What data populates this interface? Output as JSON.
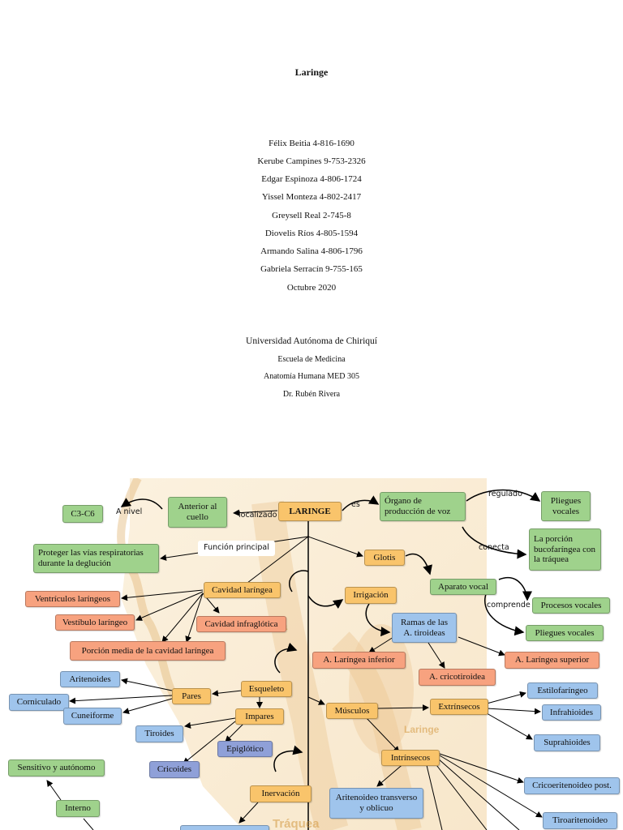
{
  "doc": {
    "title": "Laringe",
    "authors": [
      "Félix Beitia 4-816-1690",
      "Kerube Campines 9-753-2326",
      "Edgar Espinoza 4-806-1724",
      "Yissel Monteza 4-802-2417",
      "Greysell Real 2-745-8",
      "Diovelis Ríos 4-805-1594",
      "Armando Salina 4-806-1796",
      "Gabriela Serracín 9-755-165"
    ],
    "date": "Octubre 2020",
    "university": "Universidad Autónoma de Chiriquí",
    "school": "Escuela de Medicina",
    "course": "Anatomía Humana MED 305",
    "professor": "Dr. Rubén Rivera"
  },
  "map": {
    "nodes": {
      "laringe": "LARINGE",
      "c3c6": "C3-C6",
      "anterior": "Anterior al cuello",
      "organo": "Órgano de producción de voz",
      "pliegues1": "Pliegues vocales",
      "porcion_bucofaringea": "La porción bucofaríngea con la tráquea",
      "funcion": "Función principal",
      "proteger": "Proteger las vías respiratorias durante la deglución",
      "glotis": "Glotis",
      "aparato": "Aparato vocal",
      "procesos": "Procesos vocales",
      "pliegues2": "Pliegues vocales",
      "cavidad": "Cavidad laríngea",
      "ventriculos": "Ventrículos laríngeos",
      "vestibulo": "Vestíbulo laríngeo",
      "infraglotica": "Cavidad infraglótica",
      "porcion_media": "Porción media de la cavidad laríngea",
      "irrigacion": "Irrigación",
      "ramas": "Ramas de las A. tiroideas",
      "lar_inf": "A. Laríngea inferior",
      "cricotiroidea": "A. cricotiroidea",
      "lar_sup": "A. Laríngea superior",
      "aritenoides": "Aritenoides",
      "corniculado": "Corniculado",
      "cuneiforme": "Cuneiforme",
      "pares": "Pares",
      "esqueleto": "Esqueleto",
      "impares": "Impares",
      "tiroides": "Tiroides",
      "epiglotico": "Epiglótico",
      "cricoides": "Cricoides",
      "musculos": "Músculos",
      "extrinsecos": "Extrínsecos",
      "estilofaringeo": "Estilofaríngeo",
      "infrahioides": "Infrahioides",
      "suprahioides": "Suprahioides",
      "intrinsecos": "Intrínsecos",
      "cricoaritenoideo": "Cricoeritenoideo post.",
      "tiroaritenoideo": "Tiroaritenoideo",
      "aritenoideo": "Aritenoideo transverso y oblicuo",
      "sensitivo": "Sensitivo y autónomo",
      "interno": "Interno",
      "inervacion": "Inervación"
    },
    "links": {
      "a_nivel": "A nivel",
      "localizado": "localizado",
      "es": "es",
      "regulado": "regulado",
      "conecta": "conecta",
      "comprende": "comprende"
    }
  },
  "colors": {
    "green": "#9fd28c",
    "orange": "#f7a27f",
    "blue": "#9fc4ec",
    "yellow": "#f9c46b",
    "purple": "#8fa0d8"
  }
}
